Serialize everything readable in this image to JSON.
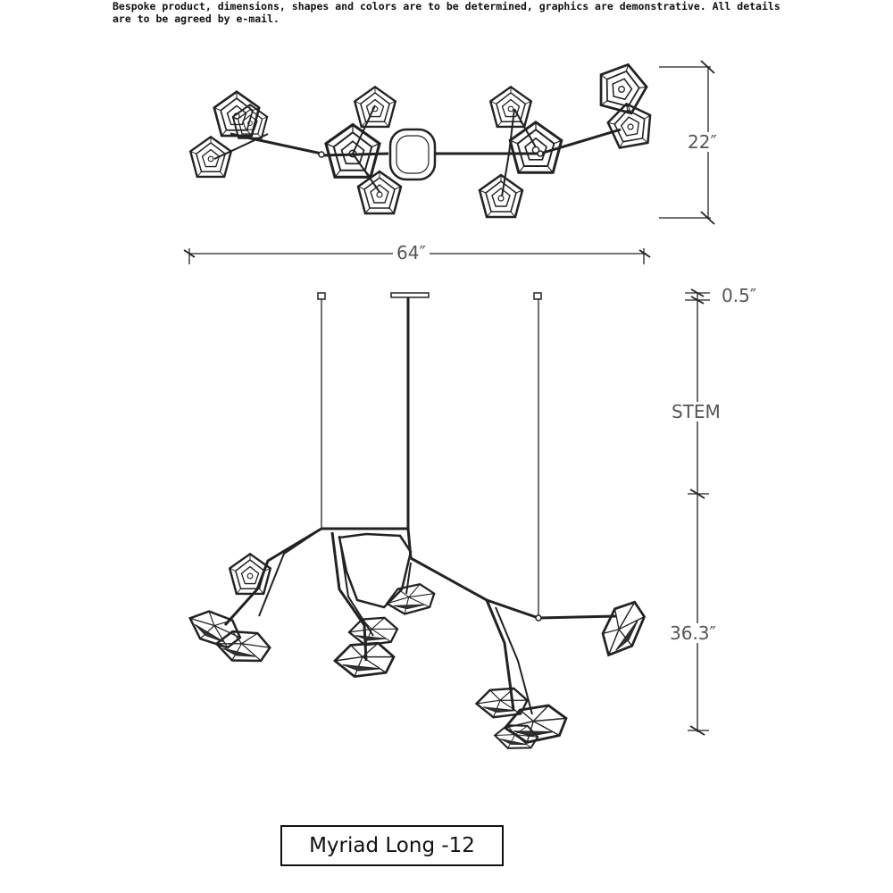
{
  "disclaimer": "Bespoke product, dimensions, shapes and colors are to be determined, graphics are demonstrative. All details are to be agreed by e-mail.",
  "dimensions": {
    "top_height": "22″",
    "width": "64″",
    "canopy": "0.5″",
    "stem": "STEM",
    "drop": "36.3″"
  },
  "product_name": "Myriad Long -12",
  "colors": {
    "line": "#222222",
    "label": "#555555"
  }
}
